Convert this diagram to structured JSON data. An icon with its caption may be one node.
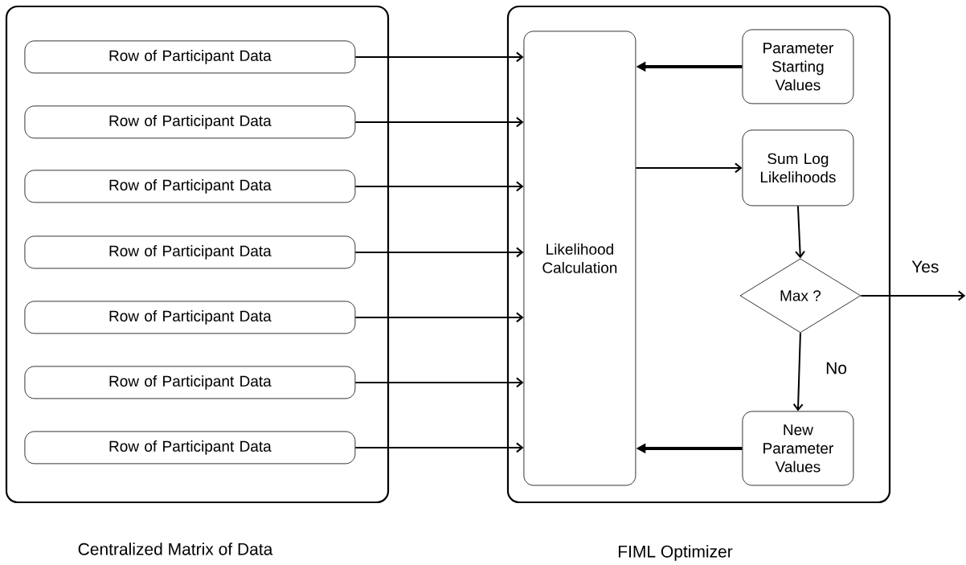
{
  "diagram": {
    "nodes": [
      {
        "text": [
          "Centralized Matrix of Data"
        ]
      },
      {
        "text": [
          "Row of Participant Data"
        ],
        "in": 0
      },
      {
        "text": [
          "Row of Participant Data"
        ],
        "in": 0
      },
      {
        "text": [
          "Row of Participant Data"
        ],
        "in": 0
      },
      {
        "text": [
          "Row of Participant Data"
        ],
        "in": 0
      },
      {
        "text": [
          "Row of Participant Data"
        ],
        "in": 0
      },
      {
        "text": [
          "Row of Participant Data"
        ],
        "in": 0
      },
      {
        "text": [
          "Row of Participant Data"
        ],
        "in": 0
      },
      {
        "text": [
          "FIML Optimizer"
        ]
      },
      {
        "text": [
          "Likelihood Calculation"
        ],
        "in": 8
      },
      {
        "text": [
          "Parameter Starting Values"
        ],
        "in": 8
      },
      {
        "text": [
          "Sum Log Likelihoods"
        ],
        "in": 8
      },
      {
        "text": [
          "Max ?"
        ],
        "in": 8
      },
      {
        "text": [
          "New Parameter Values"
        ],
        "in": 8
      }
    ],
    "edges": [
      {
        "from": 1,
        "to": 9,
        "arrow": "to"
      },
      {
        "from": 2,
        "to": 9,
        "arrow": "to"
      },
      {
        "from": 3,
        "to": 9,
        "arrow": "to"
      },
      {
        "from": 4,
        "to": 9,
        "arrow": "to"
      },
      {
        "from": 5,
        "to": 9,
        "arrow": "to"
      },
      {
        "from": 6,
        "to": 9,
        "arrow": "to"
      },
      {
        "from": 7,
        "to": 9,
        "arrow": "to"
      },
      {
        "from": 10,
        "to": 9,
        "arrow": "to",
        "style": "thick"
      },
      {
        "from": 9,
        "to": 11,
        "arrow": "to"
      },
      {
        "from": 11,
        "to": 12,
        "arrow": "to"
      },
      {
        "from": 12,
        "to": null,
        "arrow": "to",
        "label": "Yes"
      },
      {
        "from": 12,
        "to": 13,
        "arrow": "to",
        "label": "No"
      },
      {
        "from": 13,
        "to": 9,
        "arrow": "to",
        "style": "thick"
      }
    ]
  }
}
